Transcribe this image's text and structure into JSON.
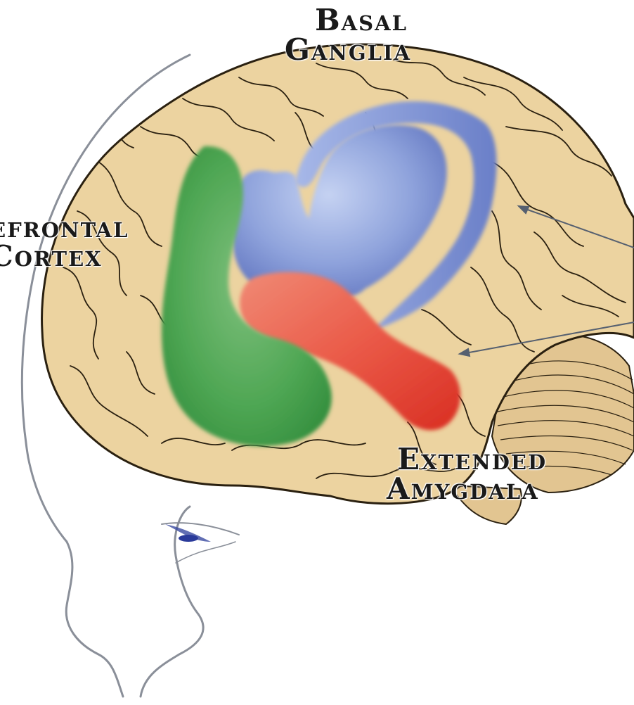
{
  "labels": {
    "basal_ganglia": [
      "Basal",
      "Ganglia"
    ],
    "prefrontal_cortex": [
      "efrontal",
      "Cortex"
    ],
    "extended_amygdala": [
      "Extended",
      "Amygdala"
    ]
  },
  "colors": {
    "brain": "#ecd3a0",
    "brain_outline": "#2a2010",
    "basal_ganglia": "#8b9fd8",
    "prefrontal_cortex": "#49a04f",
    "extended_amygdala": "#e5473a",
    "head_outline": "#8a8f99",
    "arrow": "#566070"
  },
  "icons": [
    "brain-illustration",
    "head-profile-outline",
    "eye-shape",
    "annotation-arrow"
  ]
}
